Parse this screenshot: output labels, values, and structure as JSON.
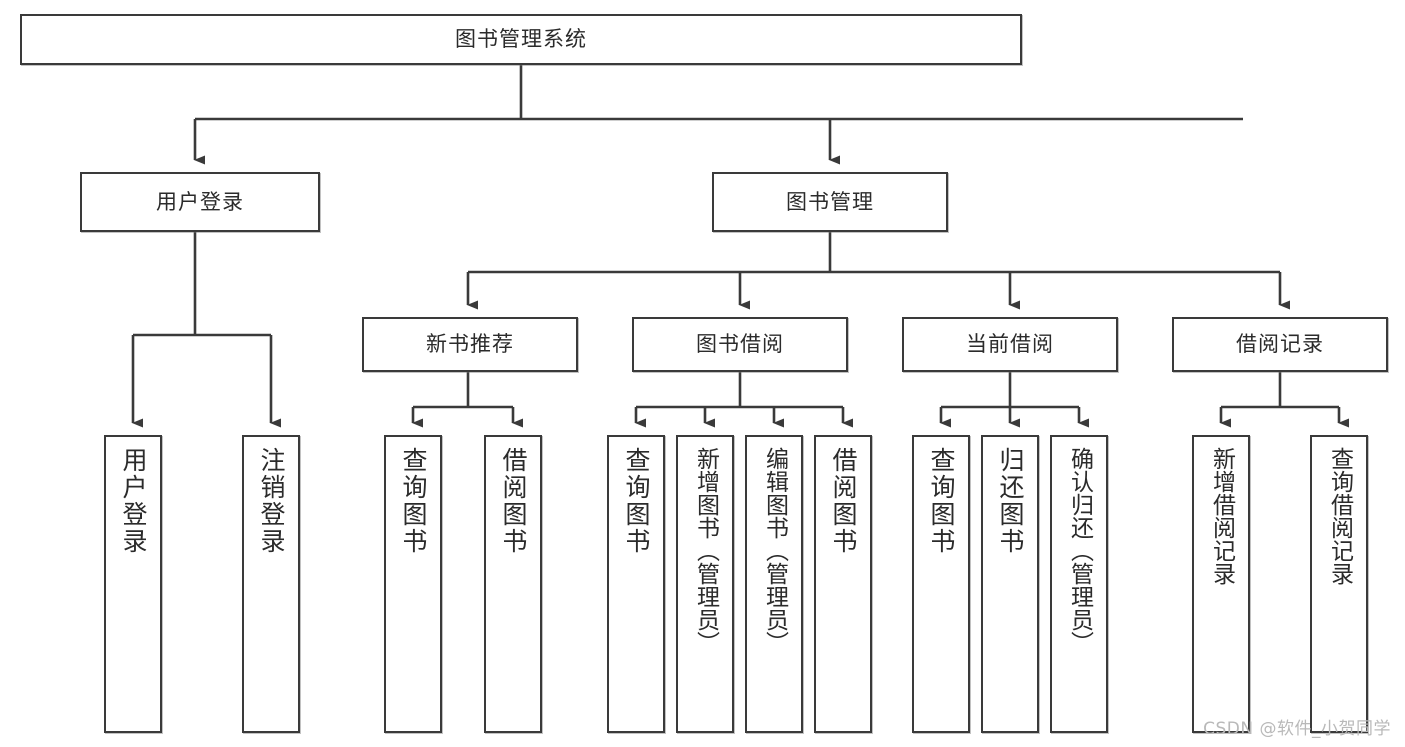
{
  "diagram": {
    "type": "hierarchy-tree",
    "title": "图书管理系统",
    "colors": {
      "box_border": "#3a3a3a",
      "box_fill": "#ffffff",
      "connector": "#3a3a3a",
      "text": "#2b2b2b",
      "watermark": "#b9b9b9",
      "background": "#ffffff"
    },
    "root": {
      "label": "图书管理系统"
    },
    "level1": [
      {
        "label": "用户登录"
      },
      {
        "label": "图书管理"
      }
    ],
    "level2": [
      {
        "label": "新书推荐"
      },
      {
        "label": "图书借阅"
      },
      {
        "label": "当前借阅"
      },
      {
        "label": "借阅记录"
      }
    ],
    "leaves": {
      "user_login": [
        {
          "label": "用户登录"
        },
        {
          "label": "注销登录"
        }
      ],
      "new_book_recommend": [
        {
          "label": "查询图书"
        },
        {
          "label": "借阅图书"
        }
      ],
      "book_borrow": [
        {
          "label": "查询图书"
        },
        {
          "label": "新增图书（管理员）"
        },
        {
          "label": "编辑图书（管理员）"
        },
        {
          "label": "借阅图书"
        }
      ],
      "current_borrow": [
        {
          "label": "查询图书"
        },
        {
          "label": "归还图书"
        },
        {
          "label": "确认归还（管理员）"
        }
      ],
      "borrow_record": [
        {
          "label": "新增借阅记录"
        },
        {
          "label": "查询借阅记录"
        }
      ]
    }
  },
  "watermark": {
    "text": "CSDN @软件_小贺同学"
  }
}
